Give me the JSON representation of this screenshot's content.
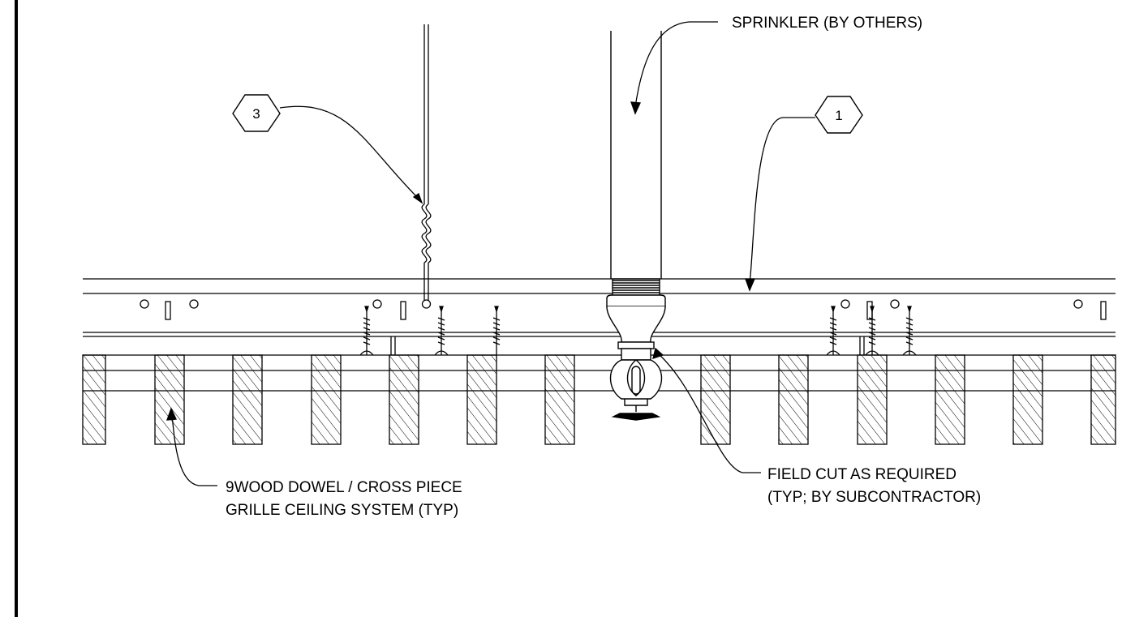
{
  "callouts": {
    "sprinkler": "SPRINKLER (BY OTHERS)",
    "field_cut_line1": "FIELD CUT AS REQUIRED",
    "field_cut_line2": "(TYP; BY SUBCONTRACTOR)",
    "grille_line1": "9WOOD DOWEL / CROSS PIECE",
    "grille_line2": "GRILLE CEILING SYSTEM (TYP)"
  },
  "tags": {
    "left": "3",
    "right": "1"
  },
  "colors": {
    "line": "#000000",
    "background": "#ffffff"
  }
}
